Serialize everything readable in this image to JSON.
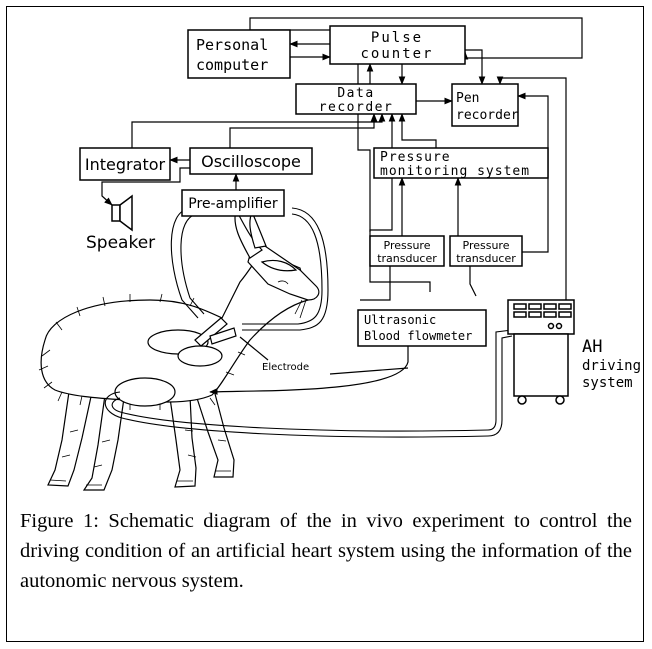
{
  "boxes": {
    "personal_computer": [
      "Personal",
      "computer"
    ],
    "pulse_counter": [
      "Pulse",
      "counter"
    ],
    "data_recorder": [
      "Data",
      "recorder"
    ],
    "pen_recorder": [
      "Pen",
      "recorder"
    ],
    "integrator": "Integrator",
    "oscilloscope": "Oscilloscope",
    "pressure_monitoring": [
      "Pressure",
      "monitoring system"
    ],
    "pre_amplifier": "Pre-amplifier",
    "pressure_transducer_1": [
      "Pressure",
      "transducer"
    ],
    "pressure_transducer_2": [
      "Pressure",
      "transducer"
    ],
    "ultrasonic_flowmeter": [
      "Ultrasonic",
      "Blood flowmeter"
    ]
  },
  "labels": {
    "speaker": "Speaker",
    "electrode": "Electrode",
    "ah_driving_system": [
      "AH",
      "driving",
      "system"
    ]
  },
  "icons": [
    "speaker-icon",
    "ah-driving-console-icon",
    "goat-illustration"
  ],
  "caption": "Figure 1: Schematic diagram of the in vivo experiment to control the driving condition of an artificial heart system using the information of the autonomic nervous system."
}
